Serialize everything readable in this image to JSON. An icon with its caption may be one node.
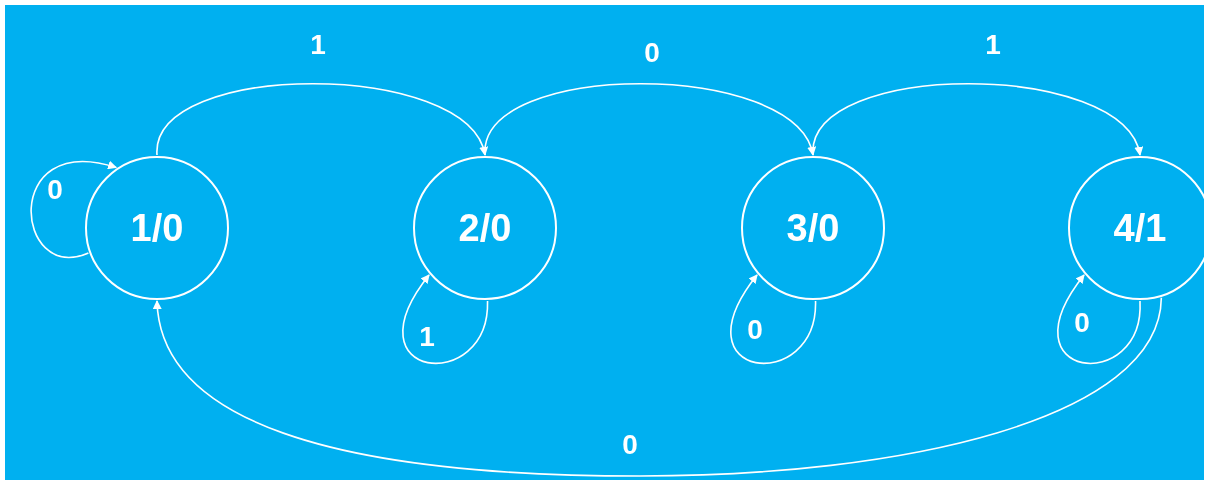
{
  "diagram": {
    "nodes": [
      {
        "text": [
          "1/0"
        ]
      },
      {
        "text": [
          "2/0"
        ]
      },
      {
        "text": [
          "3/0"
        ]
      },
      {
        "text": [
          "4/1"
        ]
      }
    ],
    "edges": [
      {
        "from": 0,
        "to": 0,
        "arrow": "to",
        "label": "0"
      },
      {
        "from": 0,
        "to": 1,
        "arrow": "to",
        "label": "1"
      },
      {
        "from": 1,
        "to": 1,
        "arrow": "to",
        "label": "1"
      },
      {
        "from": 1,
        "to": 2,
        "arrow": "to",
        "label": "0"
      },
      {
        "from": 2,
        "to": 2,
        "arrow": "to",
        "label": "0"
      },
      {
        "from": 2,
        "to": 3,
        "arrow": "to",
        "label": "1"
      },
      {
        "from": 3,
        "to": 3,
        "arrow": "to",
        "label": "0"
      },
      {
        "from": 3,
        "to": 0,
        "arrow": "to",
        "label": "0"
      }
    ]
  }
}
